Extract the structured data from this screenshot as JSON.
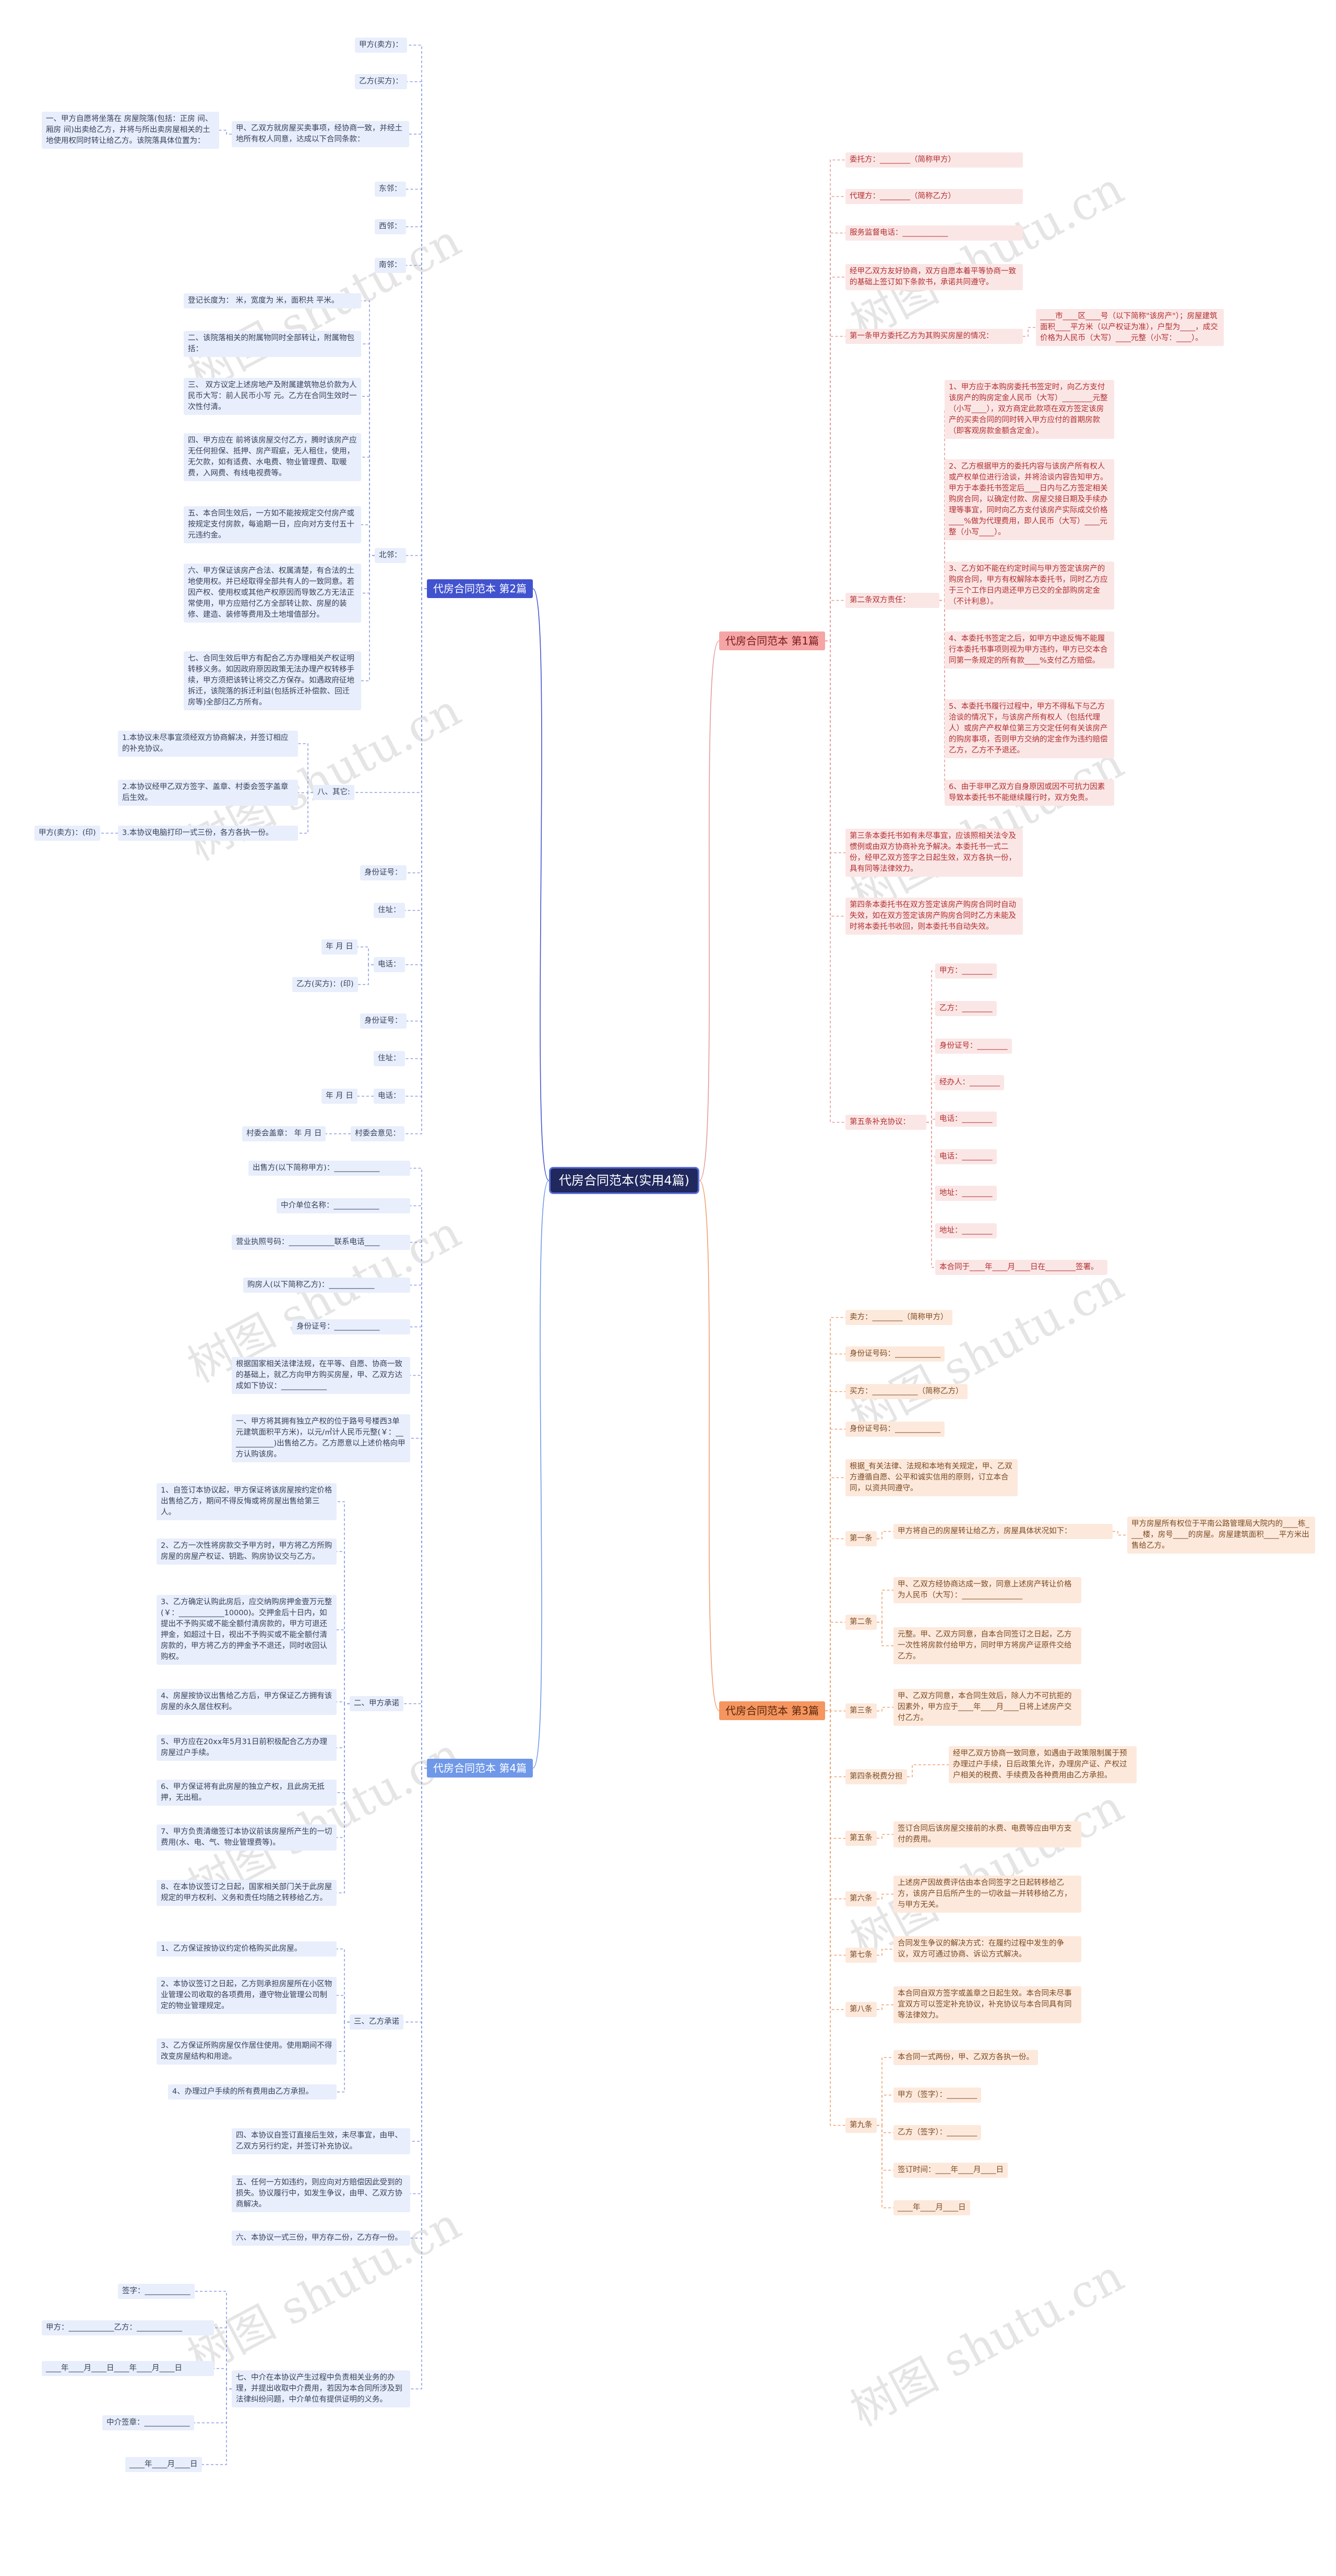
{
  "watermark": "树图 shutu.cn",
  "root": "代房合同范本(实用4篇)",
  "branches": [
    {
      "id": "b1",
      "label": "代房合同范本 第1篇",
      "color": "#f6a5a6"
    },
    {
      "id": "b2",
      "label": "代房合同范本 第2篇",
      "color": "#4153cf"
    },
    {
      "id": "b3",
      "label": "代房合同范本 第3篇",
      "color": "#f5955f"
    },
    {
      "id": "b4",
      "label": "代房合同范本 第4篇",
      "color": "#6f98e8"
    }
  ],
  "nodes": {
    "p1_1": "委托方：________（简称甲方）",
    "p1_2": "代理方：________（简称乙方）",
    "p1_3": "服务监督电话：____________",
    "p1_4": "经甲乙双方友好协商，双方自愿本着平等协商一致的基础上签订如下条款书，承诺共同遵守。",
    "p1_5": "第一条甲方委托乙方为其购买房屋的情况：",
    "p1_5a": "____市____区____号（以下简称\"该房产\"）；房屋建筑面积____平方米（以产权证为准），户型为____，成交价格为人民币（大写）____元整（小写：____）。",
    "p1_6": "第二条双方责任：",
    "p1_6a": "1、甲方应于本购房委托书签定时，向乙方支付该房产的购房定金人民币（大写）________元整（小写____），双方商定此款项在双方签定该房产的买卖合同的同时转入甲方应付的首期房款（即客观房款金额含定金）。",
    "p1_6b": "2、乙方根据甲方的委托内容与该房产所有权人或产权单位进行洽谈，并将洽谈内容告知甲方。甲方于本委托书签定后____日内与乙方签定相关购房合同，以确定付款、房屋交接日期及手续办理等事宜，同时向乙方支付该房产实际成交价格____%做为代理费用，即人民币（大写）____元整（小写____）。",
    "p1_6c": "3、乙方如不能在约定时间与甲方签定该房产的购房合同，甲方有权解除本委托书，同时乙方应于三个工作日内退还甲方已交的全部购房定金（不计利息）。",
    "p1_6d": "4、本委托书签定之后，如甲方中途反悔不能履行本委托书事项则视为甲方违约，甲方已交本合同第一条规定的所有款____%支付乙方赔偿。",
    "p1_6e": "5、本委托书履行过程中，甲方不得私下与乙方洽谈的情况下，与该房产所有权人（包括代理人）或房产产权单位第三方交定任何有关该房产的购房事项，否则甲方交纳的定金作为违约赔偿乙方，乙方不予退还。",
    "p1_6f": "6、由于非甲乙双方自身原因或因不可抗力因素导致本委托书不能继续履行时，双方免责。",
    "p1_7": "第三条本委托书如有未尽事宜，应该照相关法令及惯例或由双方协商补充予解决。本委托书一式二份，经甲乙双方签字之日起生效，双方各执一份，具有同等法律效力。",
    "p1_8": "第四条本委托书在双方签定该房产购房合同时自动失效，如在双方签定该房产购房合同时乙方未能及时将本委托书收回，则本委托书自动失效。",
    "p1_9": "第五条补充协议：",
    "p1_9a": "甲方：________",
    "p1_9b": "乙方：________",
    "p1_9c": "身份证号：________",
    "p1_9d": "经办人：________",
    "p1_9e": "电话：________",
    "p1_9f": "电话：________",
    "p1_9g": "地址：________",
    "p1_9h": "地址：________",
    "p1_9i": "本合同于____年____月____日在________签署。",
    "p2_1": "甲方(卖方)：",
    "p2_2": "乙方(买方)：",
    "p2_3": "甲、乙双方就房屋买卖事项，经协商一致，并经土地所有权人同意，达成以下合同条款：",
    "p2_3a": "一、甲方自愿将坐落在 房屋院落(包括：正房 间、厢房 间)出卖给乙方，并将与所出卖房屋相关的土地使用权同时转让给乙方。该院落具体位置为：",
    "p2_4": "东邻：",
    "p2_5": "西邻：",
    "p2_6": "南邻：",
    "p2_7": "北邻：",
    "p2_7a": "登记长度为： 米，宽度为 米，面积共 平米。",
    "p2_7b": "二、该院落相关的附属物同时全部转让，附属物包括：",
    "p2_7c": "三、 双方议定上述房地产及附属建筑物总价款为人民币大写：前人民币小写 元。乙方在合同生效时一次性付清。",
    "p2_7d": "四、甲方应在 前将该房屋交付乙方，腾时该房产应无任何担保、抵押、房产瑕疵，无人租住，使用，无欠款，如有适费、水电费、物业管理费、取暖费，入网费、有线电视费等。",
    "p2_7e": "五、本合同生效后，一方如不能按规定交付房产或按规定支付房款，每逾期一日，应向对方支付五十元违约金。",
    "p2_7f": "六、甲方保证该房产合法、权属清楚，有合法的土地使用权。并已经取得全部共有人的一致同意。若因产权、使用权或其他产权原因而导致乙方无法正常使用，甲方应赔付乙方全部转让款、房屋的装修、建造、装修等费用及土地增值部分。",
    "p2_7g": "七、合同生效后甲方有配合乙方办理相关产权证明转移义务。如因政府原因政策无法办理产权转移手续，甲方须把该转让将交乙方保存。如遇政府征地拆迁，该院落的拆迁利益(包括拆迁补偿款、回迁房等)全部归乙方所有。",
    "p2_8": "八、其它:",
    "p2_8a": "1.本协议未尽事宜须经双方协商解决，并签订相应的补充协议。",
    "p2_8b": "2.本协议经甲乙双方签字、盖章、村委会签字盖章后生效。",
    "p2_8c": "3.本协议电脑打印一式三份，各方各执一份。",
    "p2_8c1": "甲方(卖方)：(印)",
    "p2_9": "身份证号：",
    "p2_10": "住址：",
    "p2_11": "电话：",
    "p2_11a": "年 月 日",
    "p2_11b": "乙方(买方)：(印)",
    "p2_12": "身份证号：",
    "p2_13": "住址：",
    "p2_14": "电话：",
    "p2_14a": "年 月 日",
    "p2_15": "村委会意见：",
    "p2_15a": "村委会盖章： 年 月 日",
    "p3_1": "卖方：________（简称甲方）",
    "p3_2": "身份证号码：____________",
    "p3_3": "买方：____________（简称乙方）",
    "p3_4": "身份证号码：____________",
    "p3_5": "根据_有关法律、法规和本地有关规定，甲、乙双方遵循自愿、公平和诚实信用的原则，订立本合同，以资共同遵守。",
    "p3_6": "第一条",
    "p3_6a": "甲方将自己的房屋转让给乙方，房屋具体状况如下：",
    "p3_6b": "甲方房屋所有权位于平南公路管理局大院内的____栋____楼，房号____的房屋。房屋建筑面积____平方米出售给乙方。",
    "p3_7": "第二条",
    "p3_7a": "甲、乙双方经协商达成一致，同意上述房产转让价格为人民币（大写）：________________",
    "p3_7b": "元整。甲、乙双方同意，自本合同签订之日起，乙方一次性将房款付给甲方，同时甲方将房产证原件交给乙方。",
    "p3_8": "第三条",
    "p3_8a": "甲、乙双方同意，本合同生效后，除人力不可抗拒的因素外，甲方应于____年____月____日将上述房产交付乙方。",
    "p3_9": "第四条税费分担",
    "p3_9a": "经甲乙双方协商一致同意，如遇由于政策限制属于预办理过户手续，日后政策允许，办理房产证、产权过户相关的税费、手续费及各种费用由乙方承担。",
    "p3_10": "第五条",
    "p3_10a": "签订合同后该房屋交接前的水费、电费等应由甲方支付的费用。",
    "p3_11": "第六条",
    "p3_11a": "上述房产因故费评估由本合同签字之日起转移给乙方，该房产日后所产生的一切收益一并转移给乙方，与甲方无关。",
    "p3_12": "第七条",
    "p3_12a": "合同发生争议的解决方式：在履约过程中发生的争议，双方可通过协商、诉讼方式解决。",
    "p3_13": "第八条",
    "p3_13a": "本合同自双方签字或盖章之日起生效。本合同未尽事宜双方可以签定补充协议，补充协议与本合同具有同等法律效力。",
    "p3_14": "第九条",
    "p3_14a": "本合同一式两份，甲、乙双方各执一份。",
    "p3_14b": "甲方（签字）：________",
    "p3_14c": "乙方（签字）：________",
    "p3_14d": "签订时间：____年____月____日",
    "p3_14e": "____年____月____日",
    "p4_1": "出售方(以下简称甲方)：____________",
    "p4_2": "中介单位名称：____________",
    "p4_3": "营业执照号码：____________联系电话____",
    "p4_4": "购房人(以下简称乙方)：____________",
    "p4_5": "身份证号：____________",
    "p4_6": "根据国家相关法律法规，在平等、自愿、协商一致的基础上，就乙方向甲方购买房屋，甲、乙双方达成如下协议：____________",
    "p4_7": "一、甲方将其拥有独立产权的位于路号号楼西3单元建筑面积平方米)，以元/㎡计人民币元整(￥：____________)出售给乙方。乙方愿意以上述价格向甲方认购该房。",
    "p4_8": "二、甲方承诺",
    "p4_8a": "1、自签订本协议起，甲方保证将该房屋按约定价格出售给乙方，期间不得反悔或将房屋出售给第三人。",
    "p4_8b": "2、乙方一次性将房款交予甲方时，甲方将乙方所购房屋的房屋产权证、钥匙、购房协议交与乙方。",
    "p4_8c": "3、乙方确定认购此房后，应交纳购房押金壹万元整(￥：____________10000)。交押金后十日内，如提出不予购买或不能全额付清房款的，甲方可退还押金，如超过十日，视出不予购买或不能全额付清房款的，甲方将乙方的押金予不退还，同时收回认购权。",
    "p4_8d": "4、房屋按协议出售给乙方后，甲方保证乙方拥有该房屋的永久居住权利。",
    "p4_8e": "5、甲方应在20xx年5月31日前积极配合乙方办理房屋过户手续。",
    "p4_8f": "6、甲方保证将有此房屋的独立产权，且此房无抵押，无出租。",
    "p4_8g": "7、甲方负责清缴签订本协议前该房屋所产生的一切费用(水、电、气、物业管理费等)。",
    "p4_8h": "8、在本协议签订之日起，国家相关部门关于此房屋规定的甲方权利、义务和责任均随之转移给乙方。",
    "p4_9": "三、乙方承诺",
    "p4_9a": "1、乙方保证按协议约定价格购买此房屋。",
    "p4_9b": "2、本协议签订之日起，乙方则承担房屋所在小区物业管理公司收取的各项费用，遵守物业管理公司制定的物业管理规定。",
    "p4_9c": "3、乙方保证所购房屋仅作居住使用。使用期间不得改变房屋结构和用途。",
    "p4_9d": "4、办理过户手续的所有费用由乙方承担。",
    "p4_10": "四、本协议自签订直接后生效，未尽事宜，由甲、乙双方另行约定，并签订补充协议。",
    "p4_11": "五、任何一方如违约，则应向对方赔偿因此受到的损失。协议履行中，如发生争议，由甲、乙双方协商解决。",
    "p4_12": "六、本协议一式三份，甲方存二份，乙方存一份。",
    "p4_13": "七、中介在本协议产生过程中负责相关业务的办理，并提出收取中介费用，若因为本合同所涉及到法律纠纷问题，中介单位有提供证明的义务。",
    "p4_13a": "签字：____________",
    "p4_13b": "甲方：____________乙方：____________",
    "p4_13c": "____年____月____日____年____月____日",
    "p4_13d": "中介签章：____________",
    "p4_13e": "____年____月____日"
  }
}
